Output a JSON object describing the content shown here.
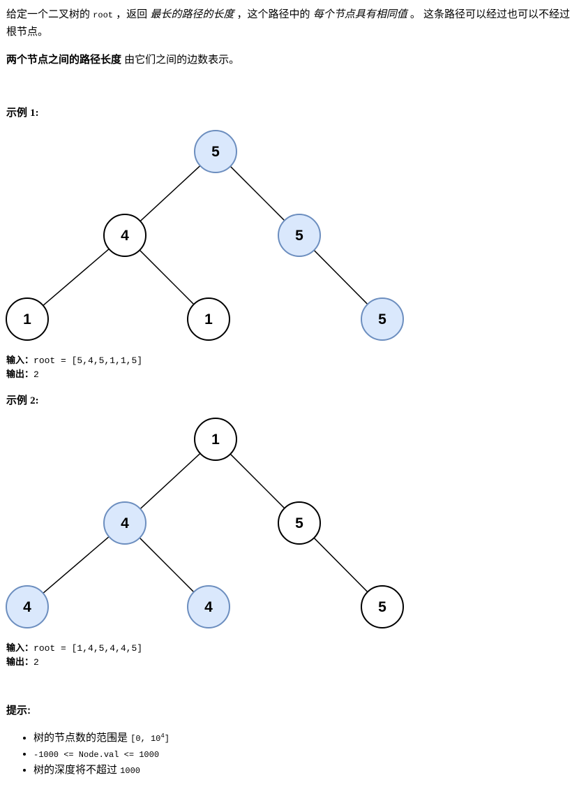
{
  "intro": {
    "p1_a": "给定一个二叉树的 ",
    "p1_code_root": "root",
    "p1_b": " ，返回 ",
    "p1_em1": "最长的路径的长度",
    "p1_c": " ，这个路径中的 ",
    "p1_em2": "每个节点具有相同值",
    "p1_d": " 。 这条路径可以经过也可以不经过根节点。",
    "p2_strong": "两个节点之间的路径长度",
    "p2_rest": " 由它们之间的边数表示。"
  },
  "examples": [
    {
      "title_prefix": "示例 ",
      "title_num": "1:",
      "input_label": "输入：",
      "input_value": "root = [5,4,5,1,1,5]",
      "output_label": "输出：",
      "output_value": "2",
      "nodes": [
        {
          "label": "5",
          "highlight": true
        },
        {
          "label": "4",
          "highlight": false
        },
        {
          "label": "5",
          "highlight": true
        },
        {
          "label": "1",
          "highlight": false
        },
        {
          "label": "1",
          "highlight": false
        },
        {
          "label": "5",
          "highlight": true
        }
      ]
    },
    {
      "title_prefix": "示例 ",
      "title_num": "2:",
      "input_label": "输入：",
      "input_value": "root = [1,4,5,4,4,5]",
      "output_label": "输出：",
      "output_value": "2",
      "nodes": [
        {
          "label": "1",
          "highlight": false
        },
        {
          "label": "4",
          "highlight": true
        },
        {
          "label": "5",
          "highlight": false
        },
        {
          "label": "4",
          "highlight": true
        },
        {
          "label": "4",
          "highlight": true
        },
        {
          "label": "5",
          "highlight": false
        }
      ]
    }
  ],
  "hints": {
    "title": "提示:",
    "item1_text": "树的节点数的范围是 ",
    "item1_code_a": "[0, 10",
    "item1_sup": "4",
    "item1_code_b": "]",
    "item2_code": "-1000 <= Node.val <= 1000",
    "item3_text": "树的深度将不超过 ",
    "item3_code": "1000"
  },
  "colors": {
    "highlight_fill": "#dae8fc",
    "highlight_stroke": "#6c8ebf",
    "plain_fill": "#ffffff",
    "plain_stroke": "#000000"
  }
}
